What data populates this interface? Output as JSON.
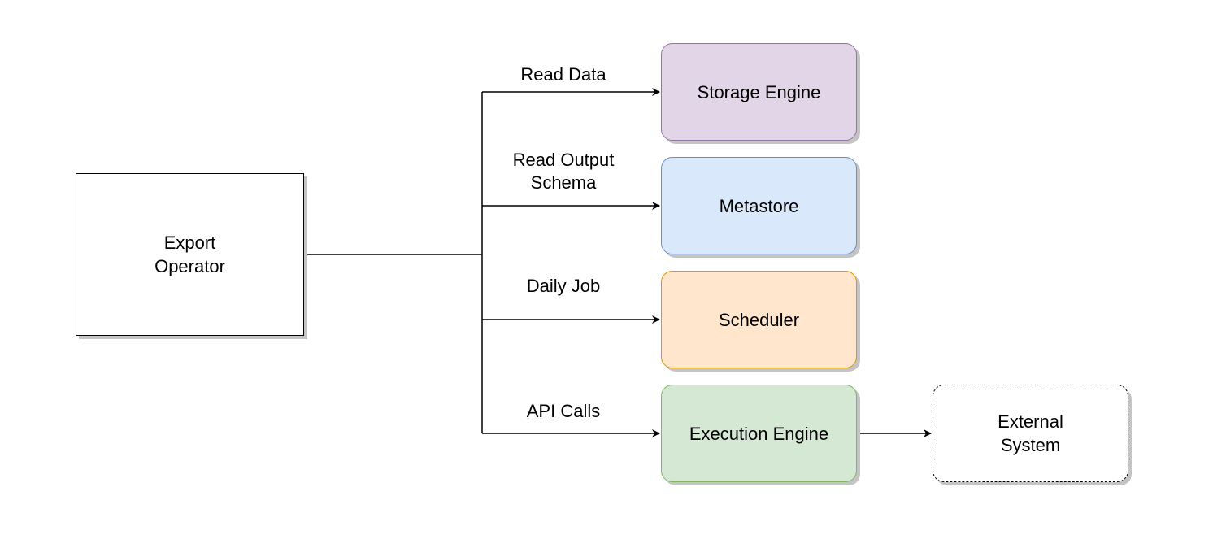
{
  "colors": {
    "line": "#000000",
    "storage_fill": "#e1d5e7",
    "storage_stroke": "#9673a6",
    "metastore_fill": "#dae8fc",
    "metastore_stroke": "#6c8ebf",
    "scheduler_fill": "#ffe6cc",
    "scheduler_stroke": "#d79b00",
    "execution_fill": "#d5e8d4",
    "execution_stroke": "#82b366"
  },
  "nodes": {
    "export_operator": "Export\nOperator",
    "storage_engine": "Storage Engine",
    "metastore": "Metastore",
    "scheduler": "Scheduler",
    "execution_engine": "Execution Engine",
    "external_system": "External\nSystem"
  },
  "edges": {
    "read_data": "Read Data",
    "read_output_schema": "Read Output\nSchema",
    "daily_job": "Daily Job",
    "api_calls": "API Calls"
  }
}
